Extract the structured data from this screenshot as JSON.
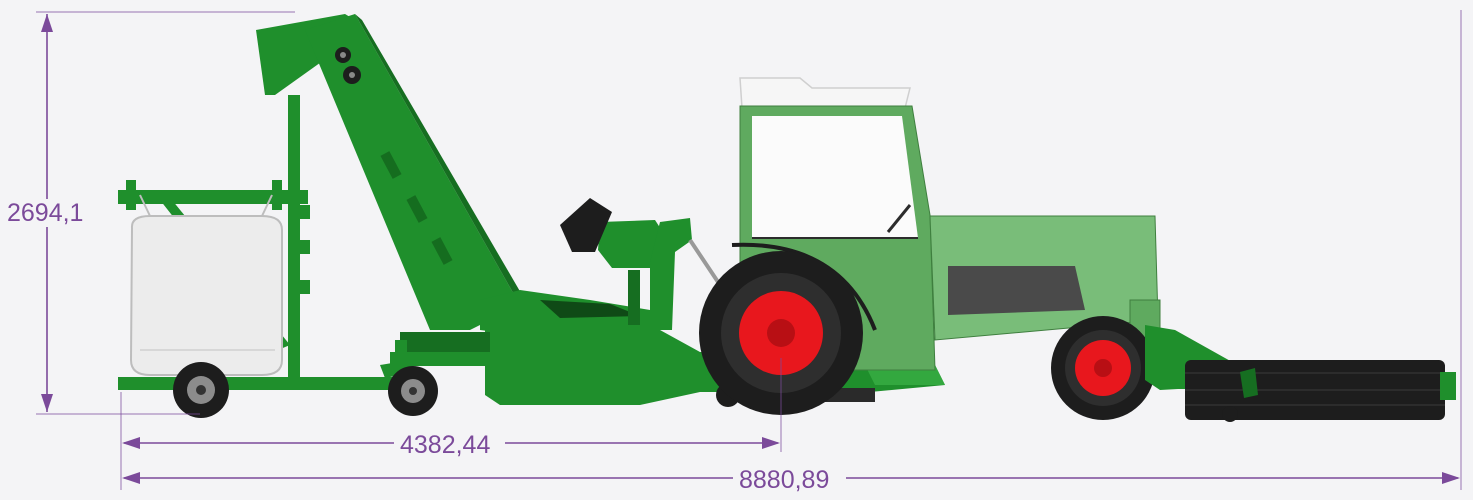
{
  "dimensions": {
    "height": "2694,1",
    "partial_length": "4382,44",
    "total_length": "8880,89"
  },
  "colors": {
    "background": "#f4f4f6",
    "dimension": "#7b4a9a",
    "machine_green": "#1f8f2c",
    "machine_green_dark": "#166e21",
    "machine_green_light": "#33a83f",
    "tractor_green": "#5faa5f",
    "tractor_green_light": "#79bd79",
    "tire": "#1d1d1d",
    "rim": "#e8171d",
    "bag": "#ececec",
    "cab_roof": "#f6f6f6",
    "engine_dark": "#4a4a4a"
  },
  "icons": [
    "height-dimension-arrow",
    "length-dimension-arrow",
    "wheel-icon"
  ]
}
